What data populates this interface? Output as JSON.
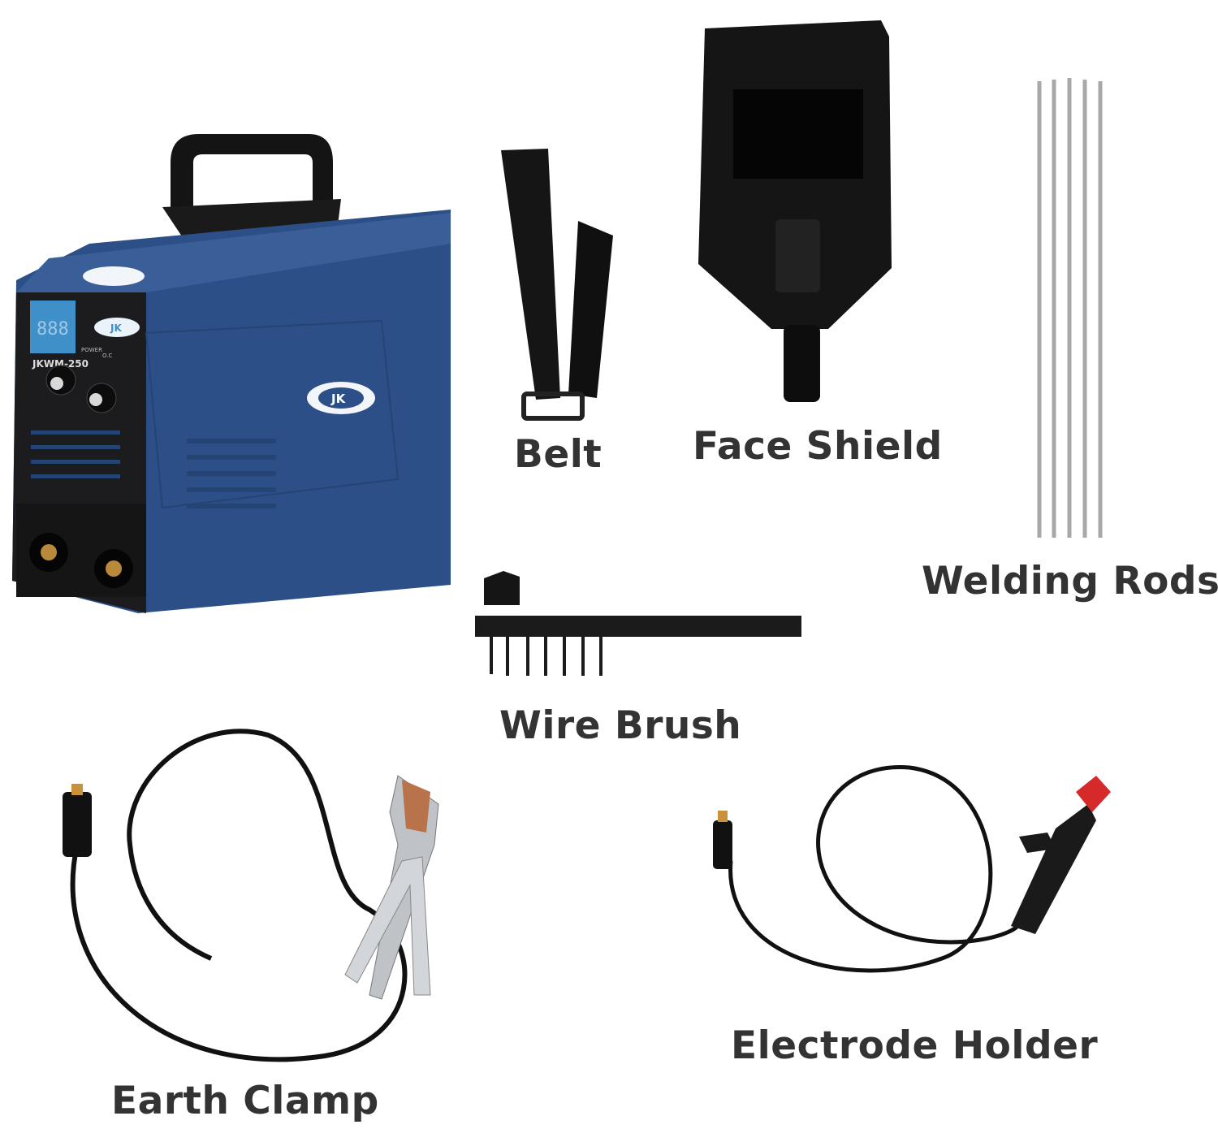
{
  "labels": {
    "belt": "Belt",
    "face_shield": "Face Shield",
    "welding_rods": "Welding Rods",
    "wire_brush": "Wire Brush",
    "earth_clamp": "Earth Clamp",
    "electrode_holder": "Electrode Holder"
  },
  "welder": {
    "brand_logo": "JK",
    "model": "JKWM-250",
    "display": "888",
    "power_label": "POWER",
    "oc_label": "O.C"
  },
  "colors": {
    "label_text": "#333333",
    "welder_blue": "#2b4f86",
    "panel_black": "#1c1c1e",
    "display_blue": "#3f8fc9",
    "holder_red": "#d62a2a",
    "clamp_copper": "#b8734a"
  }
}
